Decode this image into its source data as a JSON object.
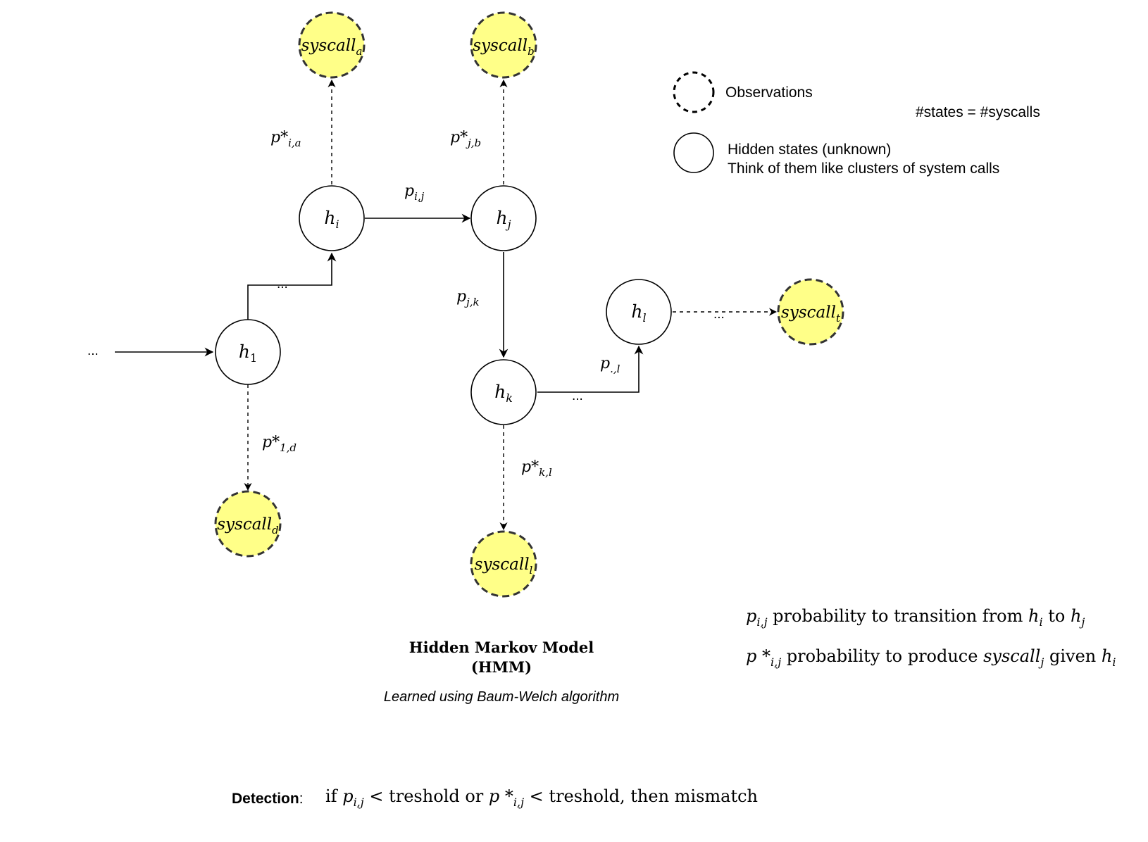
{
  "colors": {
    "observation_fill": "#FFFF88",
    "observation_stroke": "#333333",
    "hidden_fill": "#ffffff",
    "stroke": "#000000"
  },
  "nodes": {
    "h1": {
      "base": "h",
      "sub": "1"
    },
    "hi": {
      "base": "h",
      "sub": "i"
    },
    "hj": {
      "base": "h",
      "sub": "j"
    },
    "hk": {
      "base": "h",
      "sub": "k"
    },
    "hl": {
      "base": "h",
      "sub": "l"
    }
  },
  "observations": {
    "a": {
      "base": "syscall",
      "sub": "a"
    },
    "b": {
      "base": "syscall",
      "sub": "b"
    },
    "d": {
      "base": "syscall",
      "sub": "d"
    },
    "l": {
      "base": "syscall",
      "sub": "l"
    },
    "t": {
      "base": "syscall",
      "sub": "t"
    }
  },
  "edge_labels": {
    "p_ia": {
      "base": "p*",
      "sub": "i,a"
    },
    "p_jb": {
      "base": "p*",
      "sub": "j,b"
    },
    "p_1d": {
      "base": "p*",
      "sub": "1,d"
    },
    "p_kl": {
      "base": "p*",
      "sub": "k,l"
    },
    "p_ij": {
      "base": "p",
      "sub": "i,j"
    },
    "p_jk": {
      "base": "p",
      "sub": "j,k"
    },
    "p_dot_l": {
      "base": "p",
      "sub": ".,l"
    }
  },
  "ellipses": {
    "entry": "...",
    "h1_to_hi": "...",
    "hk_to_hl": "...",
    "hl_to_t": "..."
  },
  "legend": {
    "observations_label": "Observations",
    "hidden_line1": "Hidden states (unknown)",
    "hidden_line2": "Think of them like clusters of system calls",
    "states_eq": "#states = #syscalls"
  },
  "definitions": {
    "def1": {
      "p": "p",
      "p_sub": "i,j",
      "text1": " probability to transition from ",
      "h1": "h",
      "h1_sub": "i",
      "text2": " to ",
      "h2": "h",
      "h2_sub": "j"
    },
    "def2": {
      "p": "p *",
      "p_sub": "i,j",
      "text1": "  probability to produce ",
      "sys": "syscall",
      "sys_sub": "j",
      "text2": " given ",
      "h": "h",
      "h_sub": "i"
    }
  },
  "title": {
    "line1": "Hidden Markov Model",
    "line2": "(HMM)",
    "subtitle": "Learned using Baum-Welch algorithm"
  },
  "detection": {
    "label": "Detection",
    "colon": ":",
    "if": "if ",
    "p1": "p",
    "p1_sub": "i,j",
    "lt1": " < ",
    "t1": " treshold or ",
    "p2": "p *",
    "p2_sub": "i,j",
    "lt2": " < ",
    "t2": " treshold, then mismatch"
  }
}
